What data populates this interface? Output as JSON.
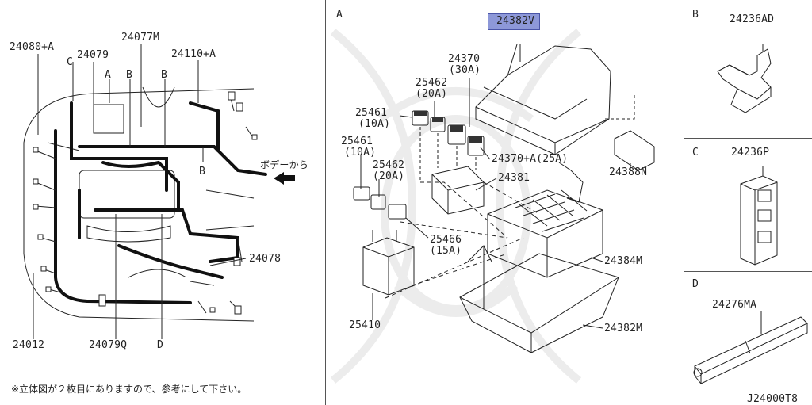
{
  "sections": {
    "a": "A",
    "b": "B",
    "c": "C",
    "d": "D"
  },
  "left_panel": {
    "labels": {
      "p24080a": "24080+A",
      "p24079": "24079",
      "p24077m": "24077M",
      "p24110a": "24110+A",
      "c": "C",
      "a": "A",
      "b1": "B",
      "b2": "B",
      "b3": "B",
      "p24078": "24078",
      "p24012": "24012",
      "p24079q": "24079Q",
      "d": "D",
      "body_from": "ボデーから"
    },
    "note": "※立体図が２枚目にありますので、参考にして下さい。"
  },
  "panel_a": {
    "labels": {
      "p24382v": "24382V",
      "p24370": "24370",
      "p24370_amp": "(30A)",
      "p25462_top": "25462",
      "p25462_top_amp": "(20A)",
      "p25461_top": "25461",
      "p25461_top_amp": "(10A)",
      "p24370a": "24370+A(25A)",
      "p24388n": "24388N",
      "p25461_bot": "25461",
      "p25461_bot_amp": "(10A)",
      "p25462_bot": "25462",
      "p25462_bot_amp": "(20A)",
      "p24381": "24381",
      "p25466": "25466",
      "p25466_amp": "(15A)",
      "p24384m": "24384M",
      "p25410": "25410",
      "p24382m": "24382M"
    }
  },
  "panel_b": {
    "label": "24236AD"
  },
  "panel_c": {
    "label": "24236P"
  },
  "panel_d": {
    "label": "24276MA"
  },
  "figure_code": "J24000T8",
  "colors": {
    "highlight": "#8d98d8",
    "line": "#222222",
    "watermark": "#e6e6e6"
  }
}
